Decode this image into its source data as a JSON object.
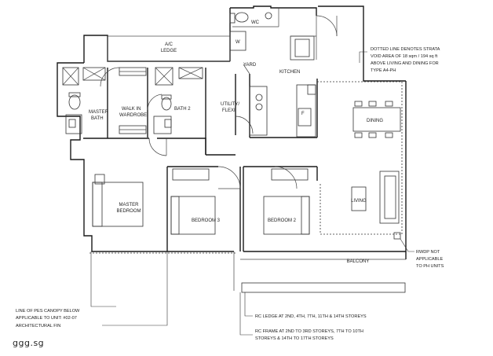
{
  "rooms": {
    "wc": "WC",
    "w": "W",
    "ac_ledge": [
      "A/C",
      "LEDGE"
    ],
    "yard": "YARD",
    "kitchen": "KITCHEN",
    "master_bath": [
      "MASTER",
      "BATH"
    ],
    "walk_in_wardrobe": [
      "WALK IN",
      "WARDROBE"
    ],
    "bath2": "BATH 2",
    "utility": [
      "UTILITY/",
      "FLEXI"
    ],
    "fridge": "F",
    "dining": "DINING",
    "living": "LIVING",
    "master_bedroom": [
      "MASTER",
      "BEDROOM"
    ],
    "bedroom3": "BEDROOM 3",
    "bedroom2": "BEDROOM 2",
    "balcony": "BALCONY"
  },
  "notes": {
    "strata_void": [
      "DOTTED LINE DENOTES STRATA",
      "VOID AREA OF 18 sqm / 194 sq ft",
      "ABOVE LIVING AND DINING FOR",
      "TYPE A4-PH"
    ],
    "rwdp": [
      "RWDP NOT",
      "APPLICABLE",
      "TO PH UNITS"
    ],
    "pes_canopy": [
      "LINE OF PES CANOPY BELOW",
      "APPLICABLE TO UNIT: #02-07"
    ],
    "architectural_fin": "ARCHITECTURAL FIN",
    "rc_ledge": "RC LEDGE AT 2ND, 4TH, 7TH, 11TH & 14TH STOREYS",
    "rc_frame": [
      "RC FRAME AT 2ND TO 3RD STOREYS, 7TH TO 10TH",
      "STOREYS & 14TH TO 17TH STOREYS"
    ]
  },
  "watermark": "ggg.sg"
}
